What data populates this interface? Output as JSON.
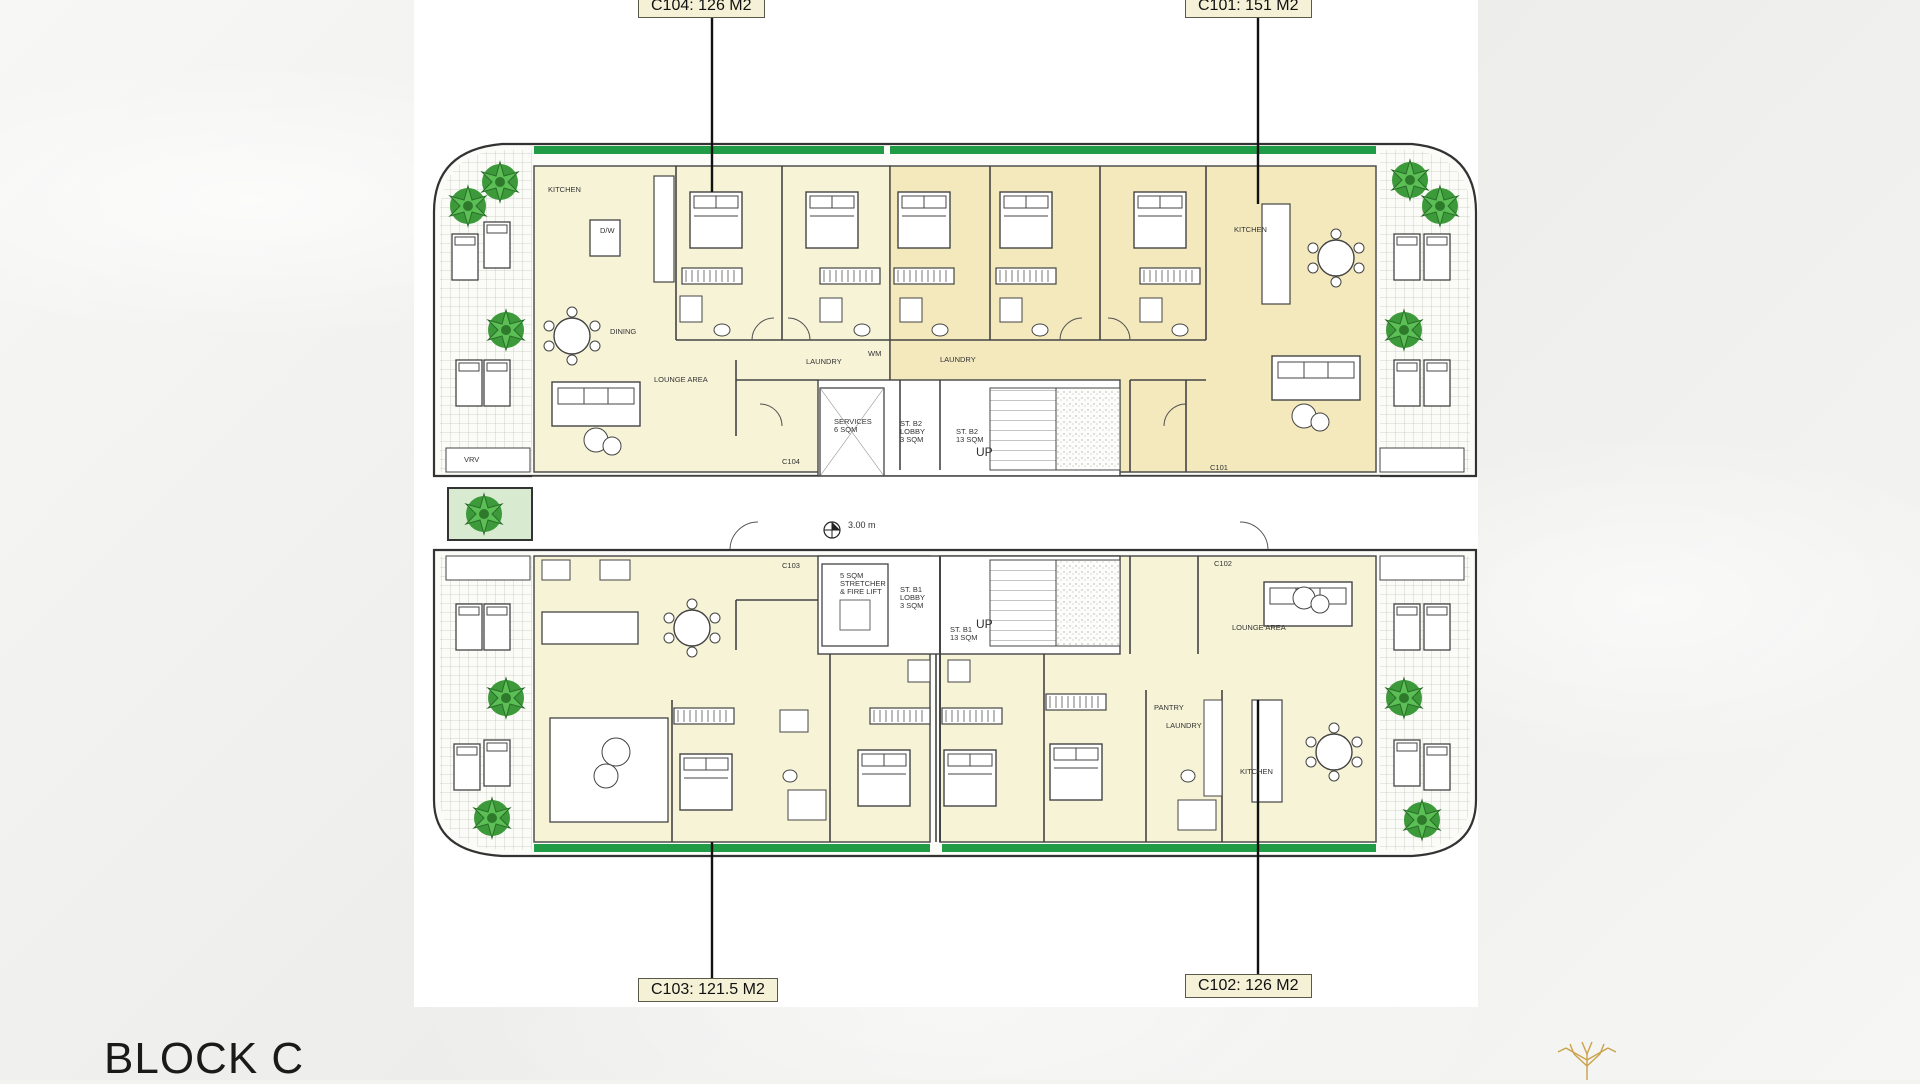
{
  "title": "BLOCK C",
  "units": [
    {
      "id": "C104",
      "label": "C104: 126 M2"
    },
    {
      "id": "C101",
      "label": "C101: 151 M2"
    },
    {
      "id": "C103",
      "label": "C103: 121.5 M2"
    },
    {
      "id": "C102",
      "label": "C102: 126 M2"
    }
  ],
  "room_labels": {
    "kitchen_c104": "KITCHEN",
    "dining_c104": "DINING",
    "lounge_c104": "LOUNGE AREA",
    "kitchen_c101": "KITCHEN",
    "laundry_1": "LAUNDRY",
    "laundry_2": "LAUNDRY",
    "services": "SERVICES\n6 SQM",
    "lobby_b2": "ST. B2\nLOBBY\n3 SQM",
    "stair_b2": "ST. B2\n13 SQM",
    "up_b2": "UP",
    "stretcher": "5 SQM\nSTRETCHER\n& FIRE LIFT",
    "lobby_b1": "ST. B1\nLOBBY\n3 SQM",
    "stair_b1": "ST. B1\n13 SQM",
    "up_b1": "UP",
    "lounge_c102": "LOUNGE AREA",
    "pantry": "PANTRY",
    "laundry_3": "LAUNDRY",
    "kitchen_c102": "KITCHEN",
    "corridor_width": "3.00 m",
    "door_c104": "C104",
    "door_c101": "C101",
    "door_c103": "C103",
    "door_c102": "C102",
    "vrv": "VRV",
    "dw": "D/W",
    "wm": "WM"
  },
  "colors": {
    "unit_fill": "#f6f3d6",
    "unit_highlight": "#f3e9bd",
    "wall": "#4a4a4a",
    "planter_green": "#1f9c45",
    "terrace_grid": "#d9d9d0",
    "tag_fill": "#f4f1d6",
    "logo_gold": "#c9a24a"
  },
  "icons": [
    "plant-icon",
    "bed-icon",
    "table-icon",
    "sofa-icon",
    "compass-icon",
    "tree-logo-icon"
  ]
}
